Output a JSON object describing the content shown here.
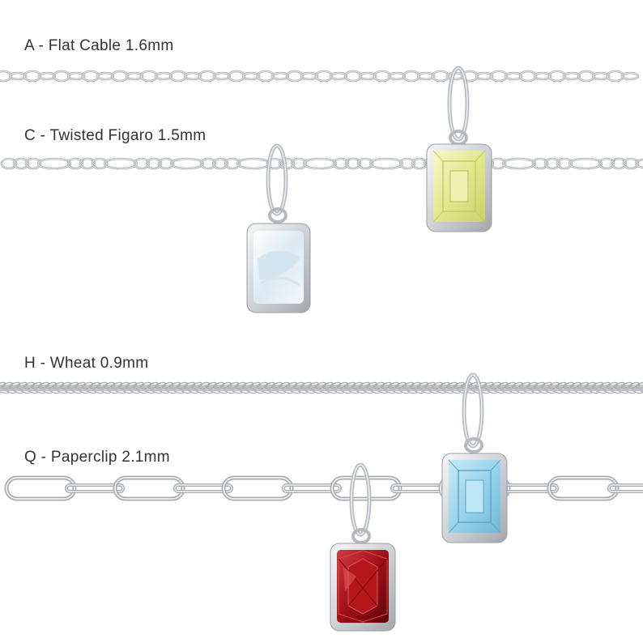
{
  "chains": [
    {
      "label": "A - Flat Cable 1.6mm"
    },
    {
      "label": "C - Twisted Figaro 1.5mm"
    },
    {
      "label": "H - Wheat 0.9mm"
    },
    {
      "label": "Q - Paperclip 2.1mm"
    }
  ],
  "gem_colors": {
    "yellow": "#e6ec9a",
    "moonstone": "#e6f0f6",
    "aquamarine": "#9fd6ec",
    "garnet": "#9e1016"
  },
  "metal_color": "#c9ccd0"
}
